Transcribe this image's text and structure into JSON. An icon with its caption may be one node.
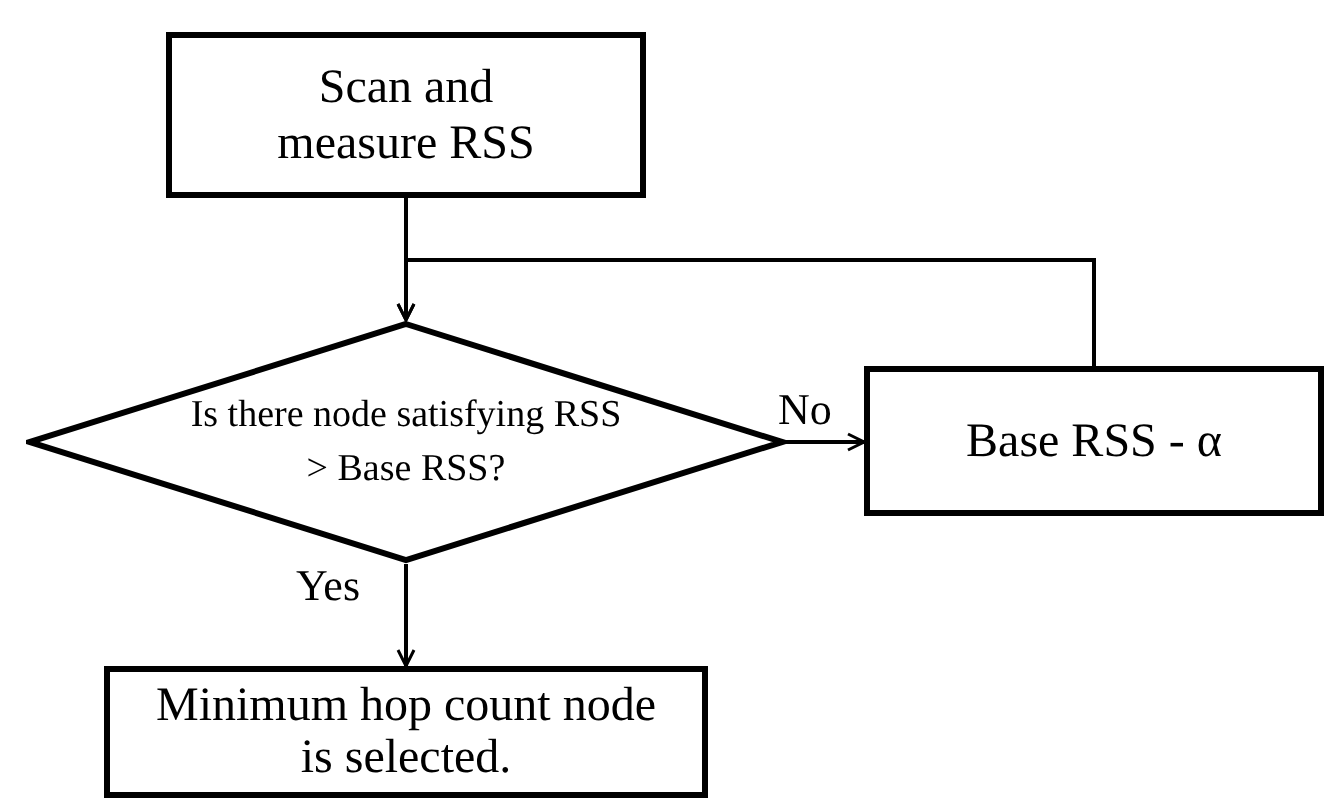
{
  "diagram": {
    "nodes": [
      {
        "text": [
          "Scan and measure RSS"
        ]
      },
      {
        "text": [
          "Is there node satisfying RSS > Base RSS?"
        ]
      },
      {
        "text": [
          "Base RSS - α"
        ]
      },
      {
        "text": [
          "Minimum hop count node is selected."
        ]
      }
    ],
    "edges": [
      {
        "from": 0,
        "to": 1,
        "arrow": "to"
      },
      {
        "from": 1,
        "to": 2,
        "arrow": "to",
        "label": "No"
      },
      {
        "from": 2,
        "to": 1,
        "arrow": "to"
      },
      {
        "from": 1,
        "to": 3,
        "arrow": "to",
        "label": "Yes"
      }
    ]
  }
}
